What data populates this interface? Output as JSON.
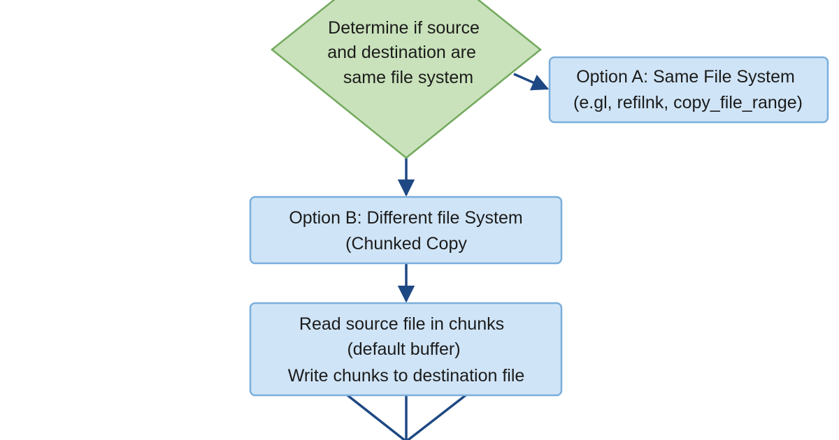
{
  "diagram": {
    "decision": {
      "lines": [
        "Determine if source",
        "and destination are",
        "same file system"
      ]
    },
    "option_a": {
      "lines": [
        "Option A: Same File System",
        "(e.gl, refilnk, copy_file_range)"
      ]
    },
    "option_b": {
      "lines": [
        "Option B: Different file System",
        "(Chunked Copy"
      ]
    },
    "chunk_step": {
      "lines": [
        "Read source file in chunks",
        "(default buffer)",
        "Write chunks to destination file"
      ]
    },
    "colors": {
      "decision_fill": "#c9e2bb",
      "decision_stroke": "#72a95c",
      "box_fill": "#cfe4f6",
      "box_stroke": "#7aaedc",
      "arrow": "#1e4883",
      "text": "#1b1b1b"
    }
  }
}
